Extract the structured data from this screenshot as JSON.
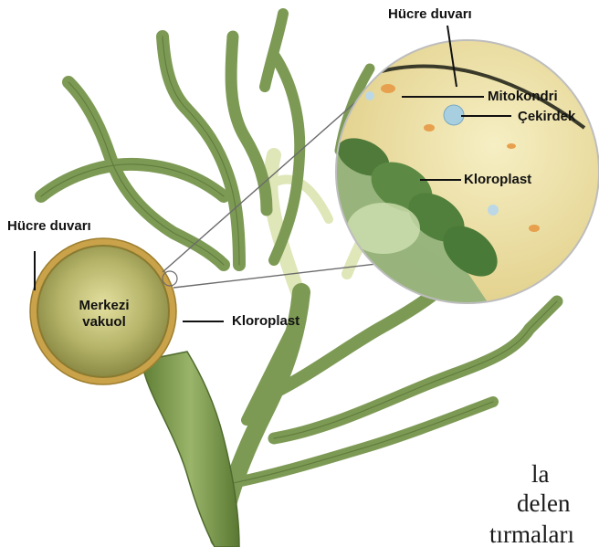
{
  "labels": {
    "cell_wall_top": "Hücre duvarı",
    "mitochondria": "Mitokondri",
    "nucleus": "Çekirdek",
    "chloroplast_inset": "Kloroplast",
    "cell_wall_left": "Hücre duvarı",
    "central_vacuole_line1": "Merkezi",
    "central_vacuole_line2": "vakuol",
    "chloroplast_cell": "Kloroplast"
  },
  "cropped_body_text": [
    "la",
    "delen",
    "tırmaları"
  ],
  "colors": {
    "algae_green": "#7d9a55",
    "algae_dark": "#4f6b2e",
    "cell_rim": "#c9a24a",
    "inset_cytoplasm": "#efe3a8",
    "leader_line": "#111111"
  }
}
